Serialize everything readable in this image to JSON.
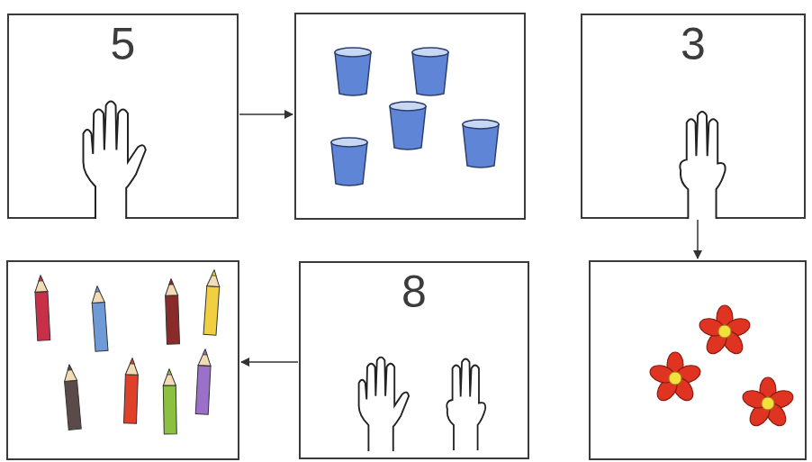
{
  "diagram": {
    "nodes": [
      {
        "text": [
          "5"
        ]
      },
      {
        "text": [
          "3"
        ]
      },
      {
        "text": [
          "8"
        ]
      }
    ]
  }
}
